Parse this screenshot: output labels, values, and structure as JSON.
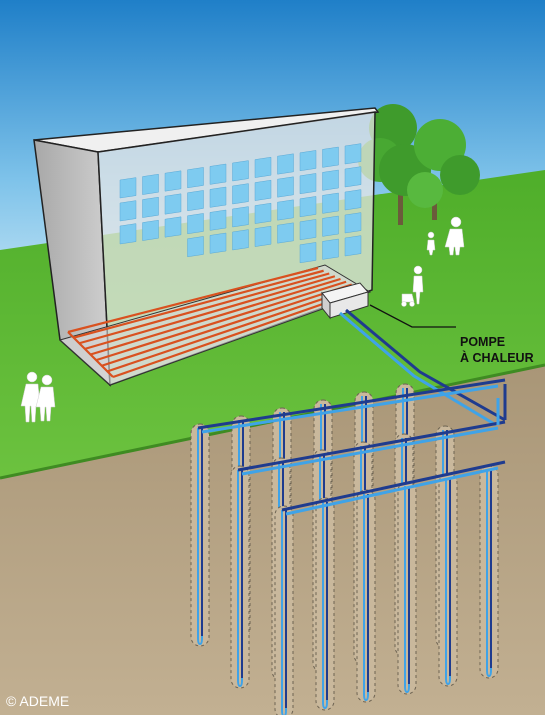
{
  "diagram": {
    "callout": {
      "line1": "POMPE",
      "line2": "À CHALEUR"
    },
    "credit": "© ADEME"
  },
  "colors": {
    "sky_top": "#1f7fc8",
    "sky_bottom": "#bfe3f4",
    "grass": "#58b530",
    "soil": "#b7a487",
    "building_front": "#e3e3e3",
    "building_side": "#b9b9b9",
    "window": "#7ecbf0",
    "floor_heating": "#d9511f",
    "pipe_supply": "#3fa3e8",
    "pipe_return": "#1e3b8f"
  }
}
